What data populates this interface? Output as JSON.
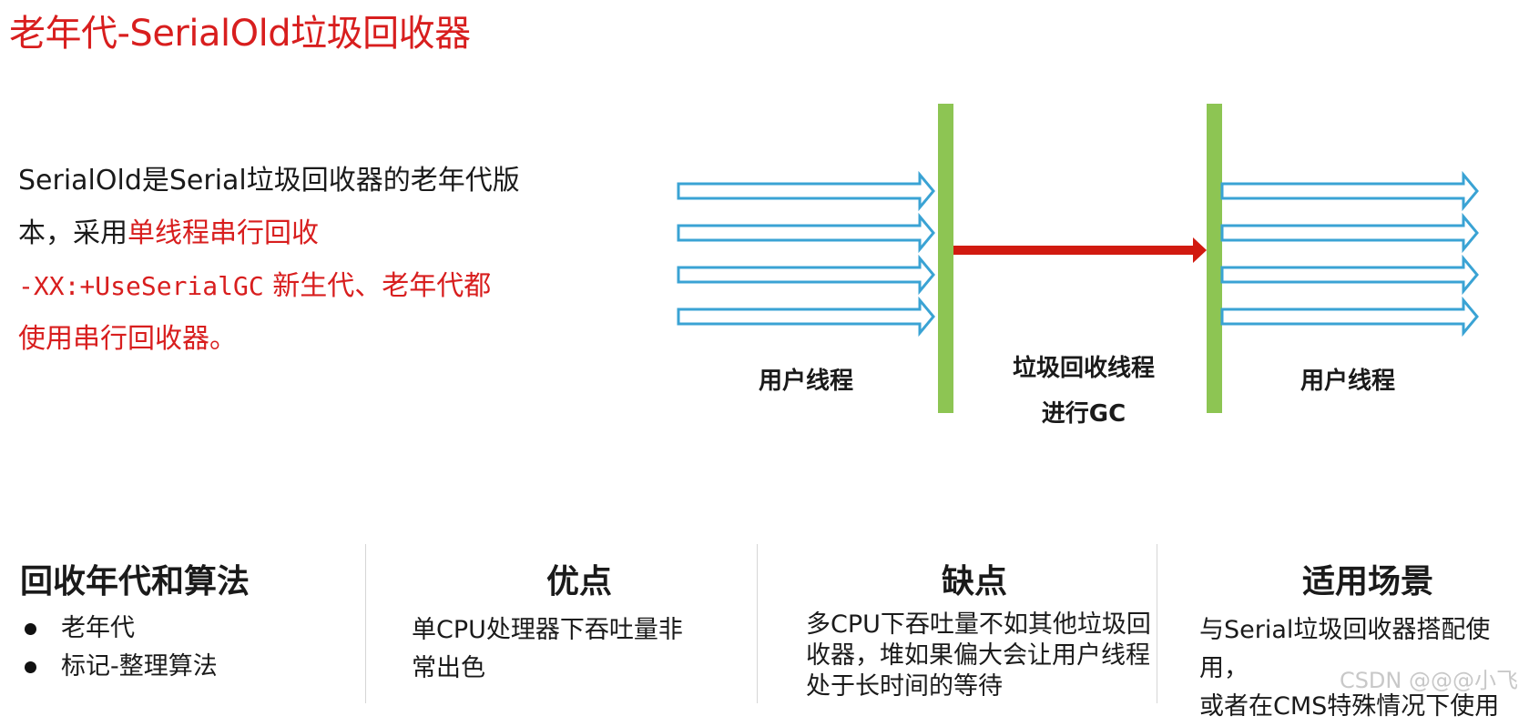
{
  "title": "老年代-SerialOld垃圾回收器",
  "description": {
    "line1": "SerialOld是Serial垃圾回收器的老年代版",
    "line2_prefix": "本，采用",
    "line2_red": "单线程串行回收",
    "line3_code": "-XX:+UseSerialGC",
    "line3_text": " 新生代、老年代都",
    "line4": "使用串行回收器。"
  },
  "diagram": {
    "left_label": "用户线程",
    "middle_label_1": "垃圾回收线程",
    "middle_label_2": "进行GC",
    "right_label": "用户线程",
    "colors": {
      "thread_arrow": "#3aa3d4",
      "gc_arrow": "#d11a10",
      "barrier": "#8dc553"
    }
  },
  "columns": [
    {
      "heading": "回收年代和算法",
      "items": [
        "老年代",
        "标记-整理算法"
      ]
    },
    {
      "heading": "优点",
      "text": [
        "单CPU处理器下吞吐量非",
        "常出色"
      ]
    },
    {
      "heading": "缺点",
      "text": [
        "多CPU下吞吐量不如其他垃圾回",
        "收器，堆如果偏大会让用户线程",
        "处于长时间的等待"
      ]
    },
    {
      "heading": "适用场景",
      "text": [
        "与Serial垃圾回收器搭配使用，",
        "或者在CMS特殊情况下使用"
      ]
    }
  ],
  "watermark": "CSDN @@@小飞"
}
